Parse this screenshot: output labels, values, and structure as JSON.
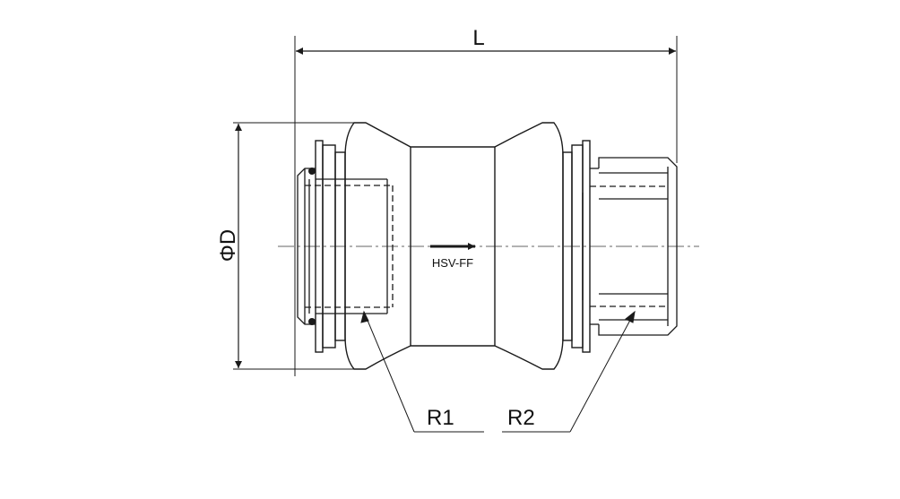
{
  "labels": {
    "length": "L",
    "diameter": "ΦD",
    "model": "HSV-FF",
    "r1": "R1",
    "r2": "R2"
  },
  "colors": {
    "line": "#1a1a1a",
    "centerline": "#666666"
  }
}
